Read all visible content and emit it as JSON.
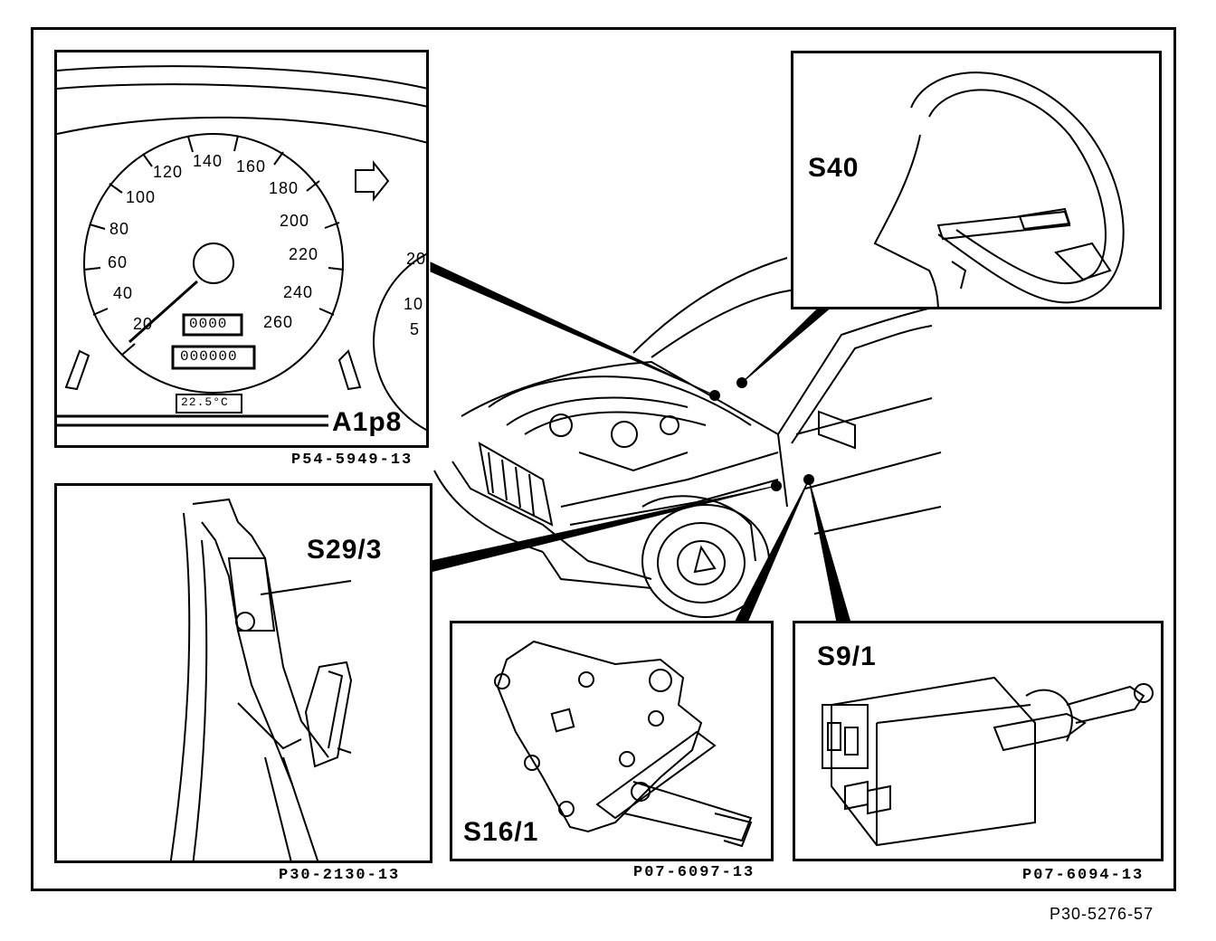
{
  "figure_number": "P30-5276-57",
  "panels": {
    "instrument_cluster": {
      "label": "A1p8",
      "ref": "P54-5949-13",
      "speed_ticks": [
        "20",
        "40",
        "60",
        "80",
        "100",
        "120",
        "140",
        "160",
        "180",
        "200",
        "220",
        "240",
        "260"
      ],
      "trip_display": "0000",
      "odometer_display": "000000",
      "temperature_display": "22.5°C",
      "rpm_ticks": [
        "20",
        "10",
        "5"
      ]
    },
    "steering_wheel": {
      "label": "S40"
    },
    "pedal": {
      "label": "S29/3",
      "ref": "P30-2130-13"
    },
    "switch_16": {
      "label": "S16/1",
      "ref": "P07-6097-13"
    },
    "switch_9": {
      "label": "S9/1",
      "ref": "P07-6094-13"
    }
  }
}
